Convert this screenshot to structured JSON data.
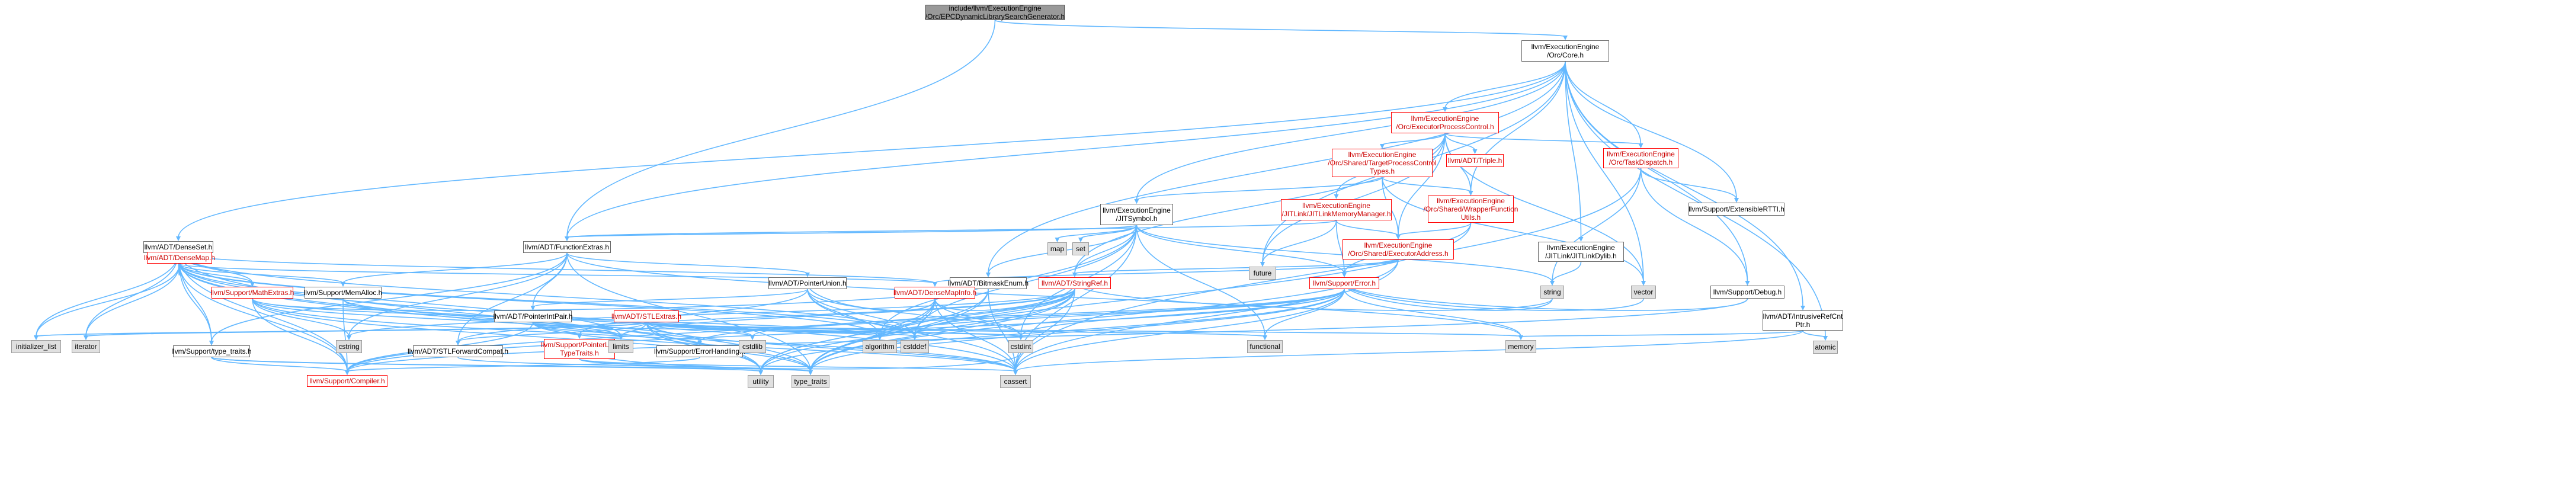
{
  "graph": {
    "colors": {
      "edge": "#63b8ff",
      "red_border": "#ff0000",
      "red_text": "#cc0000",
      "system_fill": "#e0e0e0",
      "root_fill": "#999999"
    },
    "nodes": [
      {
        "id": "root",
        "label": "include/llvm/ExecutionEngine\n/Orc/EPCDynamicLibrarySearchGenerator.h",
        "style": "root"
      },
      {
        "id": "core",
        "label": "llvm/ExecutionEngine\n/Orc/Core.h",
        "style": "plain"
      },
      {
        "id": "epc",
        "label": "llvm/ExecutionEngine\n/Orc/ExecutorProcessControl.h",
        "style": "red"
      },
      {
        "id": "tpctypes",
        "label": "llvm/ExecutionEngine\n/Orc/Shared/TargetProcessControl\nTypes.h",
        "style": "red"
      },
      {
        "id": "triple",
        "label": "llvm/ADT/Triple.h",
        "style": "red"
      },
      {
        "id": "taskdisp",
        "label": "llvm/ExecutionEngine\n/Orc/TaskDispatch.h",
        "style": "red"
      },
      {
        "id": "jitlinkmm",
        "label": "llvm/ExecutionEngine\n/JITLink/JITLinkMemoryManager.h",
        "style": "red"
      },
      {
        "id": "wrapper",
        "label": "llvm/ExecutionEngine\n/Orc/Shared/WrapperFunction\nUtils.h",
        "style": "red"
      },
      {
        "id": "jitsymbol",
        "label": "llvm/ExecutionEngine\n/JITSymbol.h",
        "style": "plain"
      },
      {
        "id": "extrtti",
        "label": "llvm/Support/ExtensibleRTTI.h",
        "style": "plain"
      },
      {
        "id": "execaddr",
        "label": "llvm/ExecutionEngine\n/Orc/Shared/ExecutorAddress.h",
        "style": "red"
      },
      {
        "id": "jitdylib",
        "label": "llvm/ExecutionEngine\n/JITLink/JITLinkDylib.h",
        "style": "plain"
      },
      {
        "id": "denseset",
        "label": "llvm/ADT/DenseSet.h",
        "style": "plain"
      },
      {
        "id": "fnextras",
        "label": "llvm/ADT/FunctionExtras.h",
        "style": "plain"
      },
      {
        "id": "densemap",
        "label": "llvm/ADT/DenseMap.h",
        "style": "red"
      },
      {
        "id": "map",
        "label": "map",
        "style": "sys"
      },
      {
        "id": "set",
        "label": "set",
        "style": "sys"
      },
      {
        "id": "future",
        "label": "future",
        "style": "sys"
      },
      {
        "id": "bitmask",
        "label": "llvm/ADT/BitmaskEnum.h",
        "style": "plain"
      },
      {
        "id": "stringref",
        "label": "llvm/ADT/StringRef.h",
        "style": "red"
      },
      {
        "id": "error",
        "label": "llvm/Support/Error.h",
        "style": "red"
      },
      {
        "id": "string",
        "label": "string",
        "style": "sys"
      },
      {
        "id": "vector",
        "label": "vector",
        "style": "sys"
      },
      {
        "id": "debug",
        "label": "llvm/Support/Debug.h",
        "style": "plain"
      },
      {
        "id": "intrusive",
        "label": "llvm/ADT/IntrusiveRefCnt\nPtr.h",
        "style": "plain"
      },
      {
        "id": "atomic",
        "label": "atomic",
        "style": "sys"
      },
      {
        "id": "ptrunion",
        "label": "llvm/ADT/PointerUnion.h",
        "style": "plain"
      },
      {
        "id": "mathextras",
        "label": "llvm/Support/MathExtras.h",
        "style": "red"
      },
      {
        "id": "memalloc",
        "label": "llvm/Support/MemAlloc.h",
        "style": "plain"
      },
      {
        "id": "ptrintpair",
        "label": "llvm/ADT/PointerIntPair.h",
        "style": "plain"
      },
      {
        "id": "stlextras",
        "label": "llvm/ADT/STLExtras.h",
        "style": "red"
      },
      {
        "id": "densemapinfo",
        "label": "llvm/ADT/DenseMapInfo.h",
        "style": "red"
      },
      {
        "id": "initlist",
        "label": "initializer_list",
        "style": "sys"
      },
      {
        "id": "iterator",
        "label": "iterator",
        "style": "sys"
      },
      {
        "id": "typetraits_h",
        "label": "llvm/Support/type_traits.h",
        "style": "plain"
      },
      {
        "id": "cstring",
        "label": "cstring",
        "style": "sys"
      },
      {
        "id": "stlfwd",
        "label": "llvm/ADT/STLForwardCompat.h",
        "style": "plain"
      },
      {
        "id": "ptrliketypetraits",
        "label": "llvm/Support/PointerLike\nTypeTraits.h",
        "style": "red"
      },
      {
        "id": "limits",
        "label": "limits",
        "style": "sys"
      },
      {
        "id": "errorhandling",
        "label": "llvm/Support/ErrorHandling.h",
        "style": "plain"
      },
      {
        "id": "cstdlib",
        "label": "cstdlib",
        "style": "sys"
      },
      {
        "id": "algorithm",
        "label": "algorithm",
        "style": "sys"
      },
      {
        "id": "cstddef",
        "label": "cstddef",
        "style": "sys"
      },
      {
        "id": "cstdint",
        "label": "cstdint",
        "style": "sys"
      },
      {
        "id": "functional",
        "label": "functional",
        "style": "sys"
      },
      {
        "id": "memory",
        "label": "memory",
        "style": "sys"
      },
      {
        "id": "compiler",
        "label": "llvm/Support/Compiler.h",
        "style": "red"
      },
      {
        "id": "utility",
        "label": "utility",
        "style": "sys"
      },
      {
        "id": "type_traits",
        "label": "type_traits",
        "style": "sys"
      },
      {
        "id": "cassert",
        "label": "cassert",
        "style": "sys"
      }
    ],
    "edges": [
      [
        "root",
        "core"
      ],
      [
        "root",
        "fnextras"
      ],
      [
        "core",
        "epc"
      ],
      [
        "core",
        "taskdisp"
      ],
      [
        "core",
        "wrapper"
      ],
      [
        "core",
        "jitsymbol"
      ],
      [
        "core",
        "extrtti"
      ],
      [
        "core",
        "jitdylib"
      ],
      [
        "core",
        "denseset"
      ],
      [
        "core",
        "fnextras"
      ],
      [
        "core",
        "bitmask"
      ],
      [
        "core",
        "future"
      ],
      [
        "core",
        "vector"
      ],
      [
        "core",
        "debug"
      ],
      [
        "core",
        "intrusive"
      ],
      [
        "core",
        "atomic"
      ],
      [
        "epc",
        "tpctypes"
      ],
      [
        "epc",
        "triple"
      ],
      [
        "epc",
        "taskdisp"
      ],
      [
        "epc",
        "jitlinkmm"
      ],
      [
        "epc",
        "wrapper"
      ],
      [
        "epc",
        "execaddr"
      ],
      [
        "epc",
        "stringref"
      ],
      [
        "epc",
        "future"
      ],
      [
        "epc",
        "vector"
      ],
      [
        "tpctypes",
        "jitsymbol"
      ],
      [
        "tpctypes",
        "wrapper"
      ],
      [
        "tpctypes",
        "execaddr"
      ],
      [
        "tpctypes",
        "vector"
      ],
      [
        "taskdisp",
        "extrtti"
      ],
      [
        "taskdisp",
        "debug"
      ],
      [
        "taskdisp",
        "string"
      ],
      [
        "taskdisp",
        "cassert"
      ],
      [
        "jitlinkmm",
        "fnextras"
      ],
      [
        "jitlinkmm",
        "execaddr"
      ],
      [
        "jitlinkmm",
        "error"
      ],
      [
        "jitlinkmm",
        "future"
      ],
      [
        "wrapper",
        "execaddr"
      ],
      [
        "wrapper",
        "error"
      ],
      [
        "wrapper",
        "type_traits"
      ],
      [
        "jitsymbol",
        "fnextras"
      ],
      [
        "jitsymbol",
        "bitmask"
      ],
      [
        "jitsymbol",
        "stringref"
      ],
      [
        "jitsymbol",
        "error"
      ],
      [
        "jitsymbol",
        "map"
      ],
      [
        "jitsymbol",
        "set"
      ],
      [
        "jitsymbol",
        "string"
      ],
      [
        "jitsymbol",
        "functional"
      ],
      [
        "jitsymbol",
        "cassert"
      ],
      [
        "jitsymbol",
        "cstddef"
      ],
      [
        "jitsymbol",
        "cstdint"
      ],
      [
        "jitsymbol",
        "algorithm"
      ],
      [
        "execaddr",
        "densemapinfo"
      ],
      [
        "execaddr",
        "stringref"
      ],
      [
        "execaddr",
        "cassert"
      ],
      [
        "execaddr",
        "type_traits"
      ],
      [
        "jitdylib",
        "string"
      ],
      [
        "denseset",
        "densemap"
      ],
      [
        "denseset",
        "densemapinfo"
      ],
      [
        "denseset",
        "mathextras"
      ],
      [
        "denseset",
        "typetraits_h"
      ],
      [
        "denseset",
        "compiler"
      ],
      [
        "denseset",
        "initlist"
      ],
      [
        "denseset",
        "iterator"
      ],
      [
        "denseset",
        "cstddef"
      ],
      [
        "denseset",
        "utility"
      ],
      [
        "fnextras",
        "ptrunion"
      ],
      [
        "fnextras",
        "ptrintpair"
      ],
      [
        "fnextras",
        "stlfwd"
      ],
      [
        "fnextras",
        "memalloc"
      ],
      [
        "fnextras",
        "typetraits_h"
      ],
      [
        "fnextras",
        "cstring"
      ],
      [
        "fnextras",
        "memory"
      ],
      [
        "fnextras",
        "type_traits"
      ],
      [
        "densemap",
        "densemapinfo"
      ],
      [
        "densemap",
        "mathextras"
      ],
      [
        "densemap",
        "memalloc"
      ],
      [
        "densemap",
        "typetraits_h"
      ],
      [
        "densemap",
        "compiler"
      ],
      [
        "densemap",
        "initlist"
      ],
      [
        "densemap",
        "iterator"
      ],
      [
        "densemap",
        "algorithm"
      ],
      [
        "densemap",
        "cassert"
      ],
      [
        "densemap",
        "cstddef"
      ],
      [
        "densemap",
        "limits"
      ],
      [
        "densemap",
        "new"
      ],
      [
        "densemap",
        "type_traits"
      ],
      [
        "densemap",
        "utility"
      ],
      [
        "bitmask",
        "mathextras"
      ],
      [
        "bitmask",
        "cassert"
      ],
      [
        "bitmask",
        "type_traits"
      ],
      [
        "bitmask",
        "utility"
      ],
      [
        "stringref",
        "densemapinfo"
      ],
      [
        "stringref",
        "stlfwd"
      ],
      [
        "stringref",
        "compiler"
      ],
      [
        "stringref",
        "algorithm"
      ],
      [
        "stringref",
        "cassert"
      ],
      [
        "stringref",
        "cstddef"
      ],
      [
        "stringref",
        "cstring"
      ],
      [
        "stringref",
        "limits"
      ],
      [
        "stringref",
        "string"
      ],
      [
        "stringref",
        "type_traits"
      ],
      [
        "stringref",
        "utility"
      ],
      [
        "error",
        "compiler"
      ],
      [
        "error",
        "debug"
      ],
      [
        "error",
        "errorhandling"
      ],
      [
        "error",
        "algorithm"
      ],
      [
        "error",
        "cassert"
      ],
      [
        "error",
        "cstdint"
      ],
      [
        "error",
        "cstdlib"
      ],
      [
        "error",
        "functional"
      ],
      [
        "error",
        "memory"
      ],
      [
        "error",
        "string"
      ],
      [
        "error",
        "type_traits"
      ],
      [
        "error",
        "utility"
      ],
      [
        "error",
        "vector"
      ],
      [
        "intrusive",
        "atomic"
      ],
      [
        "intrusive",
        "cassert"
      ],
      [
        "intrusive",
        "memory"
      ],
      [
        "ptrunion",
        "densemapinfo"
      ],
      [
        "ptrunion",
        "ptrintpair"
      ],
      [
        "ptrunion",
        "ptrliketypetraits"
      ],
      [
        "ptrunion",
        "algorithm"
      ],
      [
        "ptrunion",
        "cassert"
      ],
      [
        "ptrunion",
        "cstddef"
      ],
      [
        "ptrunion",
        "cstdint"
      ],
      [
        "mathextras",
        "compiler"
      ],
      [
        "mathextras",
        "cassert"
      ],
      [
        "mathextras",
        "cstring"
      ],
      [
        "mathextras",
        "limits"
      ],
      [
        "mathextras",
        "type_traits"
      ],
      [
        "mathextras",
        "algorithm"
      ],
      [
        "memalloc",
        "compiler"
      ],
      [
        "memalloc",
        "errorhandling"
      ],
      [
        "memalloc",
        "cstdlib"
      ],
      [
        "ptrintpair",
        "ptrliketypetraits"
      ],
      [
        "ptrintpair",
        "compiler"
      ],
      [
        "ptrintpair",
        "cassert"
      ],
      [
        "ptrintpair",
        "cstdint"
      ],
      [
        "ptrintpair",
        "limits"
      ],
      [
        "stlextras",
        "stlfwd"
      ],
      [
        "stlextras",
        "errorhandling"
      ],
      [
        "stlextras",
        "algorithm"
      ],
      [
        "stlextras",
        "cassert"
      ],
      [
        "stlextras",
        "cstddef"
      ],
      [
        "stlextras",
        "cstdint"
      ],
      [
        "stlextras",
        "cstdlib"
      ],
      [
        "stlextras",
        "functional"
      ],
      [
        "stlextras",
        "initlist"
      ],
      [
        "stlextras",
        "iterator"
      ],
      [
        "stlextras",
        "limits"
      ],
      [
        "stlextras",
        "memory"
      ],
      [
        "stlextras",
        "type_traits"
      ],
      [
        "stlextras",
        "utility"
      ],
      [
        "densemapinfo",
        "cassert"
      ],
      [
        "densemapinfo",
        "cstddef"
      ],
      [
        "densemapinfo",
        "cstdint"
      ],
      [
        "densemapinfo",
        "type_traits"
      ],
      [
        "densemapinfo",
        "utility"
      ],
      [
        "typetraits_h",
        "compiler"
      ],
      [
        "typetraits_h",
        "type_traits"
      ],
      [
        "typetraits_h",
        "utility"
      ],
      [
        "stlfwd",
        "type_traits"
      ],
      [
        "ptrliketypetraits",
        "cassert"
      ],
      [
        "ptrliketypetraits",
        "cstdint"
      ],
      [
        "ptrliketypetraits",
        "type_traits"
      ],
      [
        "errorhandling",
        "compiler"
      ],
      [
        "debug",
        "compiler"
      ]
    ]
  }
}
